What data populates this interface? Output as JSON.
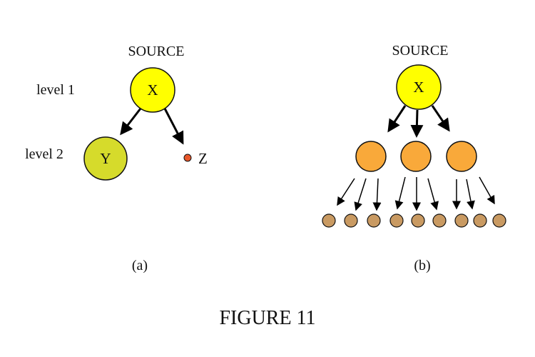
{
  "figure_title": "FIGURE  11",
  "panel_a": {
    "caption": "(a)",
    "source_label": "SOURCE",
    "level_labels": [
      "level 1",
      "level 2"
    ],
    "nodes": {
      "x": {
        "label": "X",
        "color": "#ffff00"
      },
      "y": {
        "label": "Y",
        "color": "#d6db2b"
      },
      "z": {
        "label": "Z",
        "color": "#e8572a"
      }
    }
  },
  "panel_b": {
    "caption": "(b)",
    "source_label": "SOURCE",
    "root": {
      "label": "X",
      "color": "#ffff00"
    },
    "middle_count": 3,
    "middle_color": "#f9a93a",
    "leaf_count": 9,
    "leaf_color": "#c99a62"
  }
}
